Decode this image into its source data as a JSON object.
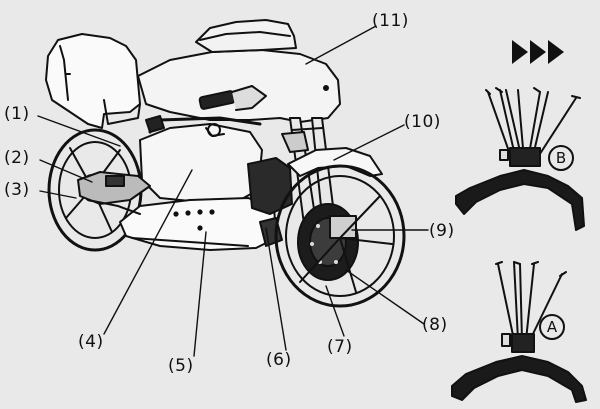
{
  "callouts": [
    {
      "id": "1",
      "text": "(1)"
    },
    {
      "id": "2",
      "text": "(2)"
    },
    {
      "id": "3",
      "text": "(3)"
    },
    {
      "id": "4",
      "text": "(4)"
    },
    {
      "id": "5",
      "text": "(5)"
    },
    {
      "id": "6",
      "text": "(6)"
    },
    {
      "id": "7",
      "text": "(7)"
    },
    {
      "id": "8",
      "text": "(8)"
    },
    {
      "id": "9",
      "text": "(9)"
    },
    {
      "id": "10",
      "text": "(10)"
    },
    {
      "id": "11",
      "text": "(11)"
    }
  ],
  "variants": {
    "b": "B",
    "a": "A"
  },
  "icons": {
    "arrows": "triple-right-arrow-icon"
  },
  "colors": {
    "background": "#e9e9e9",
    "ink": "#111111",
    "shade": "#555555"
  }
}
